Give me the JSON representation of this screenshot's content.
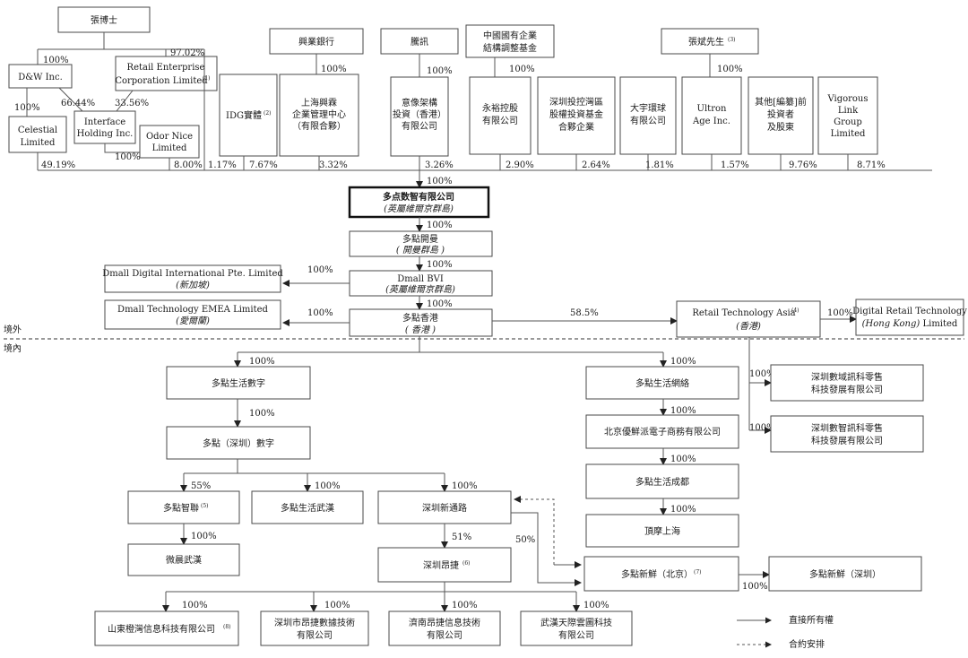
{
  "boxes": {
    "dr_zhang": "張博士",
    "industrial_bank": "興業銀行",
    "tencent": "騰訊",
    "sasac_fund": [
      "中國國有企業",
      "結構調整基金"
    ],
    "mr_zhang_bin": "張斌先生",
    "mr_zhang_bin_note": "(3)",
    "dw": "D&W Inc.",
    "retail_enterprise": [
      "Retail Enterprise",
      "Corporation Limited"
    ],
    "retail_enterprise_note": "(1)",
    "celestial": [
      "Celestial",
      "Limited"
    ],
    "interface": [
      "Interface",
      "Holding Inc."
    ],
    "odor_nice": [
      "Odor Nice",
      "Limited"
    ],
    "idg": "IDG實體",
    "idg_note": "(2)",
    "shanghai_xinglin": [
      "上海興霖",
      "企業管理中心",
      "（有限合夥）"
    ],
    "yixiang": [
      "意像架構",
      "投資（香港）",
      "有限公司"
    ],
    "yongyu": [
      "永裕控股",
      "有限公司"
    ],
    "shenzhen_fund": [
      "深圳投控灣區",
      "股權投資基金",
      "合夥企業"
    ],
    "dayu": [
      "大宇環球",
      "有限公司"
    ],
    "ultron": [
      "Ultron",
      "Age Inc."
    ],
    "other_investors": [
      "其他[編纂]前",
      "投資者",
      "及股東"
    ],
    "vigorous": [
      "Vigorous",
      "Link",
      "Group",
      "Limited"
    ],
    "company": "多点数智有限公司",
    "company_sub": "(英屬維爾京群島)",
    "kaiman": "多點開曼",
    "kaiman_sub": "( 開曼群島 )",
    "dmall_bvi": "Dmall BVI",
    "dmall_bvi_sub": "(英屬維爾京群島)",
    "dmall_hk": "多點香港",
    "dmall_hk_sub": "( 香港 )",
    "dmall_intl": "Dmall Digital International Pte. Limited",
    "dmall_intl_sub": "(新加坡)",
    "dmall_emea": "Dmall Technology EMEA Limited",
    "dmall_emea_sub": "(愛爾蘭)",
    "rta": "Retail Technology Asia",
    "rta_note": "(4)",
    "rta_sub": "(香港)",
    "drt_line1": "Digital Retail Technology",
    "drt_line2_italic": "(Hong Kong)",
    "drt_line2_rest": " Limited",
    "shuzi": "多點生活數字",
    "shenzhen_shuzi": "多點（深圳）數字",
    "zhilian": "多點智聯",
    "zhilian_note": "(5)",
    "wuhan": "多點生活武漢",
    "xintonglu": "深圳新通路",
    "weichen": "微晨武漢",
    "angjie": "深圳昂捷",
    "angjie_note": "(6)",
    "shandong": "山東橙灣信息科技有限公司",
    "shandong_note": "(8)",
    "sz_angjie_data": [
      "深圳市昂捷數據技術",
      "有限公司"
    ],
    "jinan_angjie": [
      "濟南昂捷信息技術",
      "有限公司"
    ],
    "wuhan_tianji": [
      "武漢天際雲圖科技",
      "有限公司"
    ],
    "wanglu": "多點生活網絡",
    "youxianpai": "北京優鮮派電子商務有限公司",
    "chengdu": "多點生活成都",
    "dingmo": "頂摩上海",
    "xinxian_bj": "多點新鮮（北京）",
    "xinxian_bj_note": "(7)",
    "xinxian_sz": "多點新鮮（深圳）",
    "shuyu": [
      "深圳數域訊科零售",
      "科技發展有限公司"
    ],
    "shuzhi": [
      "深圳數智訊科零售",
      "科技發展有限公司"
    ]
  },
  "percents": {
    "dr_to_dw": "100%",
    "dr_to_rec": "97.02%",
    "dw_to_celestial": "100%",
    "dw_to_interface": "66.44%",
    "rec_to_interface": "33.56%",
    "interface_to_odor": "100%",
    "ib_to_xl": "100%",
    "tc_to_yx": "100%",
    "sasac_to_yy": "100%",
    "zb_to_ultron": "100%",
    "celestial": "49.19%",
    "odor_nice": "8.00%",
    "rec": "1.17%",
    "idg": "7.67%",
    "xinglin": "3.32%",
    "yixiang": "3.26%",
    "yongyu": "2.90%",
    "shenzhen_fund": "2.64%",
    "dayu": "1.81%",
    "ultron": "1.57%",
    "others": "9.76%",
    "vigorous": "8.71%",
    "to_company": "100%",
    "to_kaiman": "100%",
    "to_bvi": "100%",
    "to_hk": "100%",
    "to_intl": "100%",
    "to_emea": "100%",
    "to_rta": "58.5%",
    "to_drt": "100%",
    "to_shuzi": "100%",
    "to_wanglu": "100%",
    "to_shenzhen_shuzi": "100%",
    "to_zhilian": "55%",
    "to_wuhan": "100%",
    "to_xintonglu": "100%",
    "to_weichen": "100%",
    "to_angjie": "51%",
    "to_xinxian_bj_50": "50%",
    "to_shandong": "100%",
    "to_sz_data": "100%",
    "to_jinan": "100%",
    "to_tianji": "100%",
    "to_youxianpai": "100%",
    "to_chengdu": "100%",
    "to_dingmo": "100%",
    "to_shuyu": "100%",
    "to_shuzhi": "100%",
    "to_xinxian_sz": "100%"
  },
  "labels": {
    "offshore": "境外",
    "onshore": "境內"
  },
  "legend": {
    "direct": "直接所有權",
    "contractual": "合約安排"
  },
  "colors": {
    "line": "#555555",
    "box_border": "#4a4a4a",
    "text": "#1a1a1a"
  }
}
